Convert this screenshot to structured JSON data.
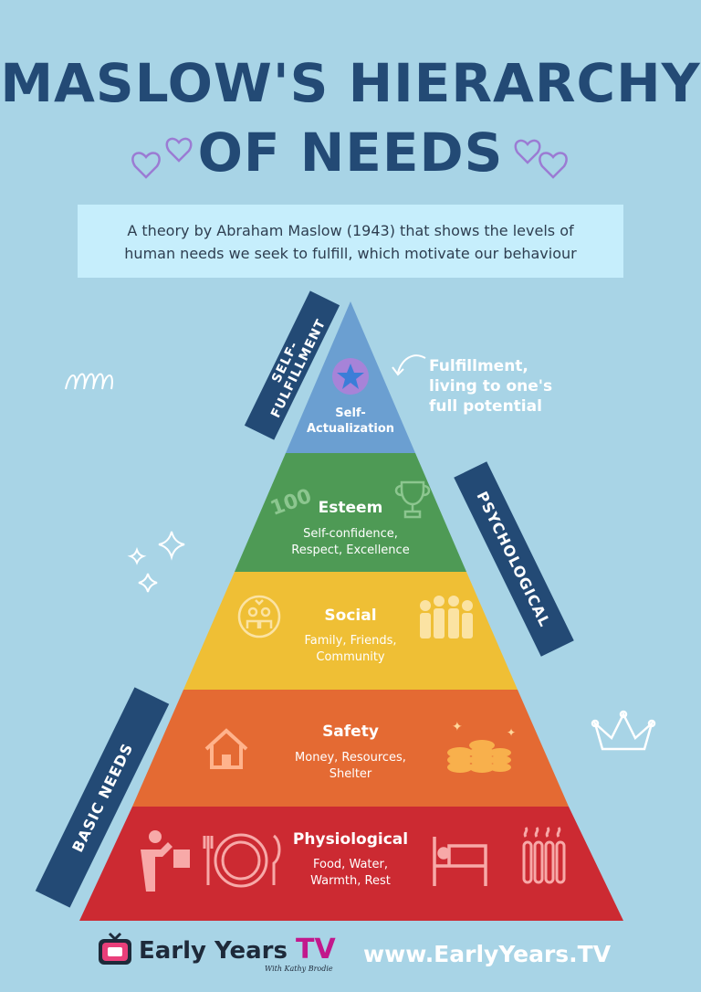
{
  "header": {
    "title_line1": "MASLOW'S HIERARCHY",
    "title_line2": "OF NEEDS",
    "subtitle_line1": "A theory by Abraham Maslow (1943) that shows the levels of",
    "subtitle_line2": "human needs we seek to fulfill, which motivate our behaviour"
  },
  "levels": [
    {
      "title_line1": "Self-",
      "title_line2": "Actualization",
      "color": "#6b9fd1",
      "icon": "star-icon"
    },
    {
      "title": "Esteem",
      "desc_line1": "Self-confidence,",
      "desc_line2": "Respect, Excellence",
      "color": "#4e9a55",
      "icons": [
        "hundred-icon",
        "trophy-icon"
      ]
    },
    {
      "title": "Social",
      "desc_line1": "Family, Friends,",
      "desc_line2": "Community",
      "color": "#efbf35",
      "icons": [
        "family-icon",
        "group-hug-icon"
      ]
    },
    {
      "title": "Safety",
      "desc_line1": "Money, Resources,",
      "desc_line2": "Shelter",
      "color": "#e46a33",
      "icons": [
        "house-icon",
        "coins-icon"
      ]
    },
    {
      "title": "Physiological",
      "desc_line1": "Food, Water,",
      "desc_line2": "Warmth, Rest",
      "color": "#cc2a32",
      "icons": [
        "drinking-icon",
        "plate-cutlery-icon",
        "bed-icon",
        "radiator-icon"
      ]
    }
  ],
  "ribbons": {
    "self_fulfillment": "SELF-FULFILLMENT",
    "psychological": "PSYCHOLOGICAL",
    "basic_needs": "BASIC NEEDS"
  },
  "note": {
    "line1": "Fulfillment,",
    "line2": "living to one's",
    "line3": "full potential"
  },
  "footer": {
    "brand": "Early Years",
    "brand_tv": "TV",
    "byline": "With Kathy Brodie",
    "url": "www.EarlyYears.TV"
  },
  "colors": {
    "background": "#a8d4e6",
    "title": "#234a75",
    "subtitle_box": "#c6eefc",
    "ribbon": "#234a75"
  }
}
